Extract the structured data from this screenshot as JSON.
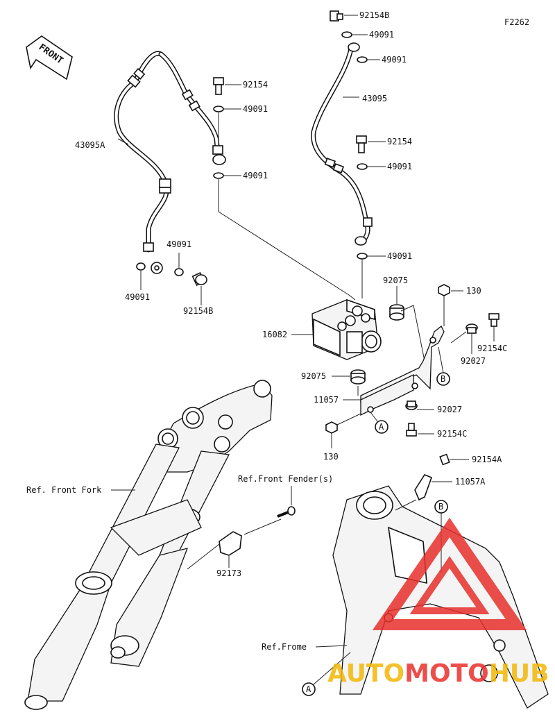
{
  "figure_code": "F2262",
  "direction_label": "FRONT",
  "watermark": {
    "brand_prefix": "AUTO",
    "brand_mid": "MOTO",
    "brand_suffix": "HUB",
    "accent_color": "#e8302c",
    "text_color": "#f2b705"
  },
  "labels": {
    "bolt_top_1": "92154B",
    "washer_top_1": "49091",
    "washer_top_2": "49091",
    "hose_right": "43095",
    "bolt_right": "92154",
    "washer_right_1": "49091",
    "washer_right_2": "49091",
    "bolt_center": "92154",
    "washer_center_1": "49091",
    "washer_center_2": "49091",
    "hose_left": "43095A",
    "washer_left_1": "49091",
    "washer_left_2": "49091",
    "bolt_left": "92154B",
    "grommet_top": "92075",
    "nut_top": "130",
    "abs_unit": "16082",
    "bolt_c_top": "92154C",
    "collar_top": "92027",
    "grommet_bottom": "92075",
    "bracket": "11057",
    "collar_bottom": "92027",
    "bolt_c_bottom": "92154C",
    "nut_bottom": "130",
    "bolt_a": "92154A",
    "bracket_a": "11057A",
    "ref_front_fork": "Ref. Front Fork",
    "ref_front_fender": "Ref.Front Fender(s)",
    "clamp": "92173",
    "ref_frame": "Ref.Frome",
    "marker_a_1": "A",
    "marker_b_1": "B",
    "marker_b_2": "B",
    "marker_a_2": "A"
  }
}
